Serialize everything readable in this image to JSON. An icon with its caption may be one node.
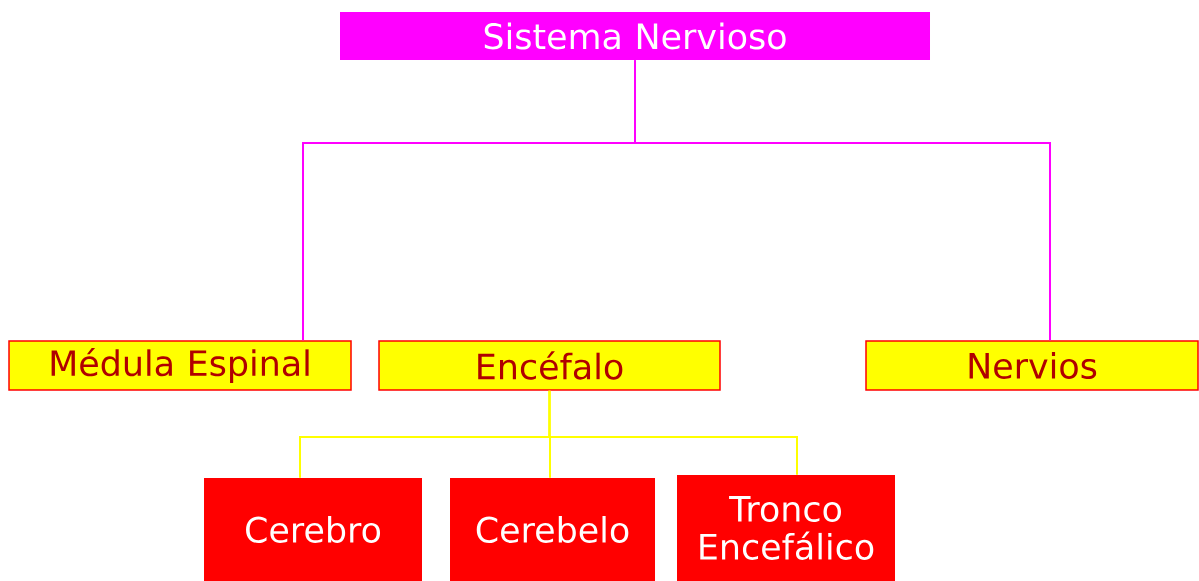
{
  "diagram": {
    "nodes": [
      {
        "text": [
          "Sistema Nervioso"
        ]
      },
      {
        "text": [
          "Médula Espinal"
        ]
      },
      {
        "text": [
          "Encéfalo"
        ]
      },
      {
        "text": [
          "Nervios"
        ]
      },
      {
        "text": [
          "Cerebro"
        ]
      },
      {
        "text": [
          "Cerebelo"
        ]
      },
      {
        "text": [
          "Tronco Encefálico"
        ]
      }
    ],
    "edges": [
      {
        "from": 0,
        "to": 1,
        "arrow": "none",
        "color": "#ff00ff"
      },
      {
        "from": 0,
        "to": 3,
        "arrow": "none",
        "color": "#ff00ff"
      },
      {
        "from": 2,
        "to": 4,
        "arrow": "none",
        "color": "#ffff00"
      },
      {
        "from": 2,
        "to": 5,
        "arrow": "none",
        "color": "#ffff00"
      },
      {
        "from": 2,
        "to": 6,
        "arrow": "none",
        "color": "#ffff00"
      }
    ]
  }
}
